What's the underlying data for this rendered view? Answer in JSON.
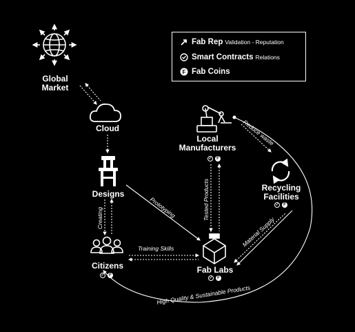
{
  "legend": {
    "fab_rep_title": "Fab Rep",
    "fab_rep_desc": "Validation - Reputation",
    "smart_contracts_title": "Smart Contracts",
    "smart_contracts_desc": "Relations",
    "fab_coins_title": "Fab Coins"
  },
  "nodes": {
    "global_market_line1": "Global",
    "global_market_line2": "Market",
    "cloud": "Cloud",
    "designs": "Designs",
    "citizens": "Citizens",
    "local_manufacturers_line1": "Local",
    "local_manufacturers_line2": "Manufacturers",
    "recycling_facilities_line1": "Recycling",
    "recycling_facilities_line2": "Facilities",
    "fab_labs": "Fab Labs"
  },
  "edges": {
    "prototyping": "Prototyping",
    "creating": "Creating",
    "training_skills": "Training Skills",
    "tested_products": "Tested Products",
    "reduce_waste": "Reduce waste",
    "material_supply": "Material Supply",
    "high_quality": "High Quality & Sustainable Products"
  },
  "badge_glyphs": {
    "check": "✓",
    "coin": "F"
  }
}
